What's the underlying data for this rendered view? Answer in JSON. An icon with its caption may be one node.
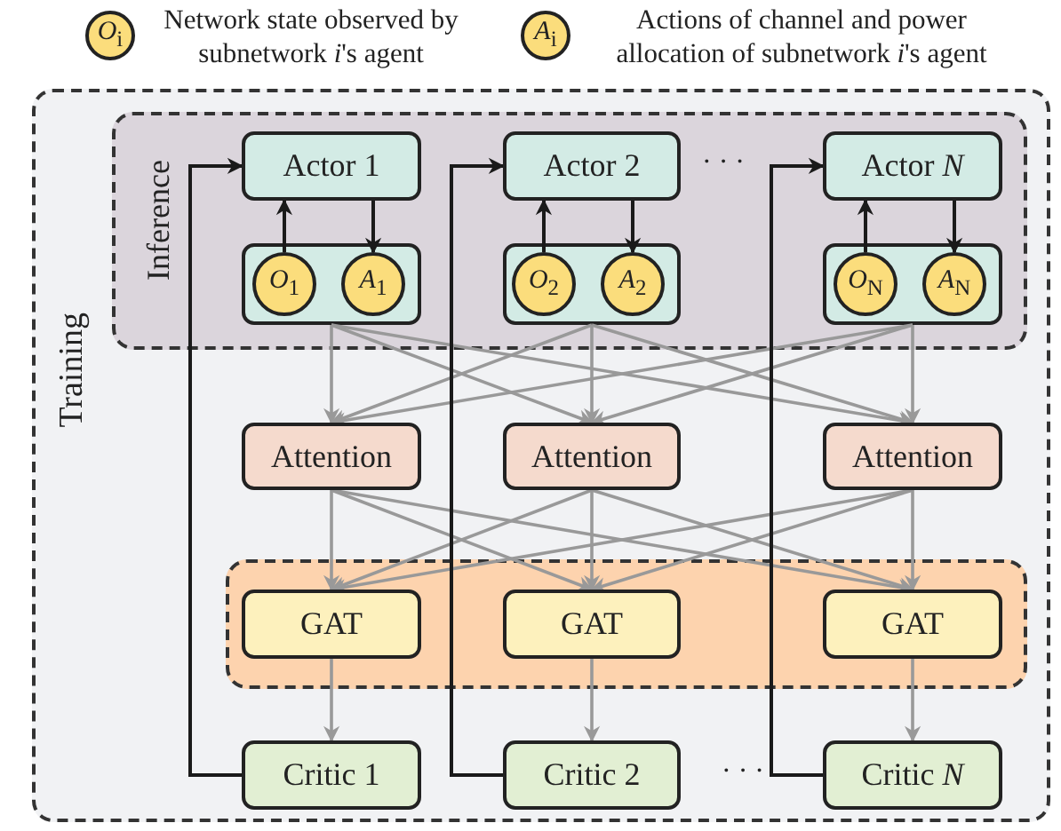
{
  "diagram": {
    "nodes": [
      {
        "text": [
          "*O*$_{i}$"
        ],
        "beside": [
          "Network state observed by subnetwork *i*'s agent"
        ]
      },
      {
        "text": [
          "*A*$_{i}$"
        ],
        "beside": [
          "Actions of channel and power allocation of subnetwork *i*'s agent"
        ]
      },
      {
        "text": [
          "Training"
        ]
      },
      {
        "text": [
          "Inference"
        ],
        "in": 2
      },
      {
        "text": [
          "Actor 1"
        ],
        "in": 3
      },
      {
        "text": [
          "Actor 2"
        ],
        "in": 3
      },
      {
        "text": [
          "Actor *N*"
        ],
        "in": 3
      },
      {
        "text": [],
        "shape": "box",
        "in": 3
      },
      {
        "text": [
          "*O*$_{1}$"
        ],
        "in": 7
      },
      {
        "text": [
          "*A*$_{1}$"
        ],
        "in": 7
      },
      {
        "text": [],
        "shape": "box",
        "in": 3
      },
      {
        "text": [
          "*O*$_{2}$"
        ],
        "in": 10
      },
      {
        "text": [
          "*A*$_{2}$"
        ],
        "in": 10
      },
      {
        "text": [],
        "shape": "box",
        "in": 3
      },
      {
        "text": [
          "*O*$_{N}$"
        ],
        "in": 13
      },
      {
        "text": [
          "*A*$_{N}$"
        ],
        "in": 13
      },
      {
        "text": [
          "Attention"
        ],
        "in": 2
      },
      {
        "text": [
          "Attention"
        ],
        "in": 2
      },
      {
        "text": [
          "Attention"
        ],
        "in": 2
      },
      {
        "text": [],
        "shape": "box",
        "in": 2
      },
      {
        "text": [
          "GAT"
        ],
        "in": 19
      },
      {
        "text": [
          "GAT"
        ],
        "in": 19
      },
      {
        "text": [
          "GAT"
        ],
        "in": 19
      },
      {
        "text": [
          "Critic 1"
        ],
        "in": 2
      },
      {
        "text": [
          "Critic 2"
        ],
        "in": 2
      },
      {
        "text": [
          "Critic *N*"
        ],
        "in": 2
      }
    ],
    "edges": [
      {
        "from": 8,
        "to": 4,
        "arrow": "to",
        "color": "#1a1a1a"
      },
      {
        "from": 11,
        "to": 5,
        "arrow": "to",
        "color": "#1a1a1a"
      },
      {
        "from": 14,
        "to": 6,
        "arrow": "to",
        "color": "#1a1a1a"
      },
      {
        "from": 4,
        "to": 9,
        "arrow": "to",
        "color": "#1a1a1a"
      },
      {
        "from": 5,
        "to": 12,
        "arrow": "to",
        "color": "#1a1a1a"
      },
      {
        "from": 6,
        "to": 15,
        "arrow": "to",
        "color": "#1a1a1a"
      },
      {
        "from": 7,
        "to": 16,
        "arrow": "to"
      },
      {
        "from": 7,
        "to": 17,
        "arrow": "to"
      },
      {
        "from": 7,
        "to": 18,
        "arrow": "to"
      },
      {
        "from": 10,
        "to": 16,
        "arrow": "to"
      },
      {
        "from": 10,
        "to": 17,
        "arrow": "to"
      },
      {
        "from": 10,
        "to": 18,
        "arrow": "to"
      },
      {
        "from": 13,
        "to": 16,
        "arrow": "to"
      },
      {
        "from": 13,
        "to": 17,
        "arrow": "to"
      },
      {
        "from": 13,
        "to": 18,
        "arrow": "to"
      },
      {
        "from": 16,
        "to": 20,
        "arrow": "to"
      },
      {
        "from": 16,
        "to": 21,
        "arrow": "to"
      },
      {
        "from": 16,
        "to": 22,
        "arrow": "to"
      },
      {
        "from": 17,
        "to": 20,
        "arrow": "to"
      },
      {
        "from": 17,
        "to": 21,
        "arrow": "to"
      },
      {
        "from": 17,
        "to": 22,
        "arrow": "to"
      },
      {
        "from": 18,
        "to": 20,
        "arrow": "to"
      },
      {
        "from": 18,
        "to": 21,
        "arrow": "to"
      },
      {
        "from": 18,
        "to": 22,
        "arrow": "to"
      },
      {
        "from": 20,
        "to": 23,
        "arrow": "to"
      },
      {
        "from": 21,
        "to": 24,
        "arrow": "to"
      },
      {
        "from": 22,
        "to": 25,
        "arrow": "to"
      },
      {
        "from": 23,
        "to": 4,
        "arrow": "to",
        "color": "#1a1a1a"
      },
      {
        "from": 24,
        "to": 5,
        "arrow": "to",
        "color": "#1a1a1a"
      },
      {
        "from": 25,
        "to": 6,
        "arrow": "to",
        "color": "#1a1a1a"
      }
    ],
    "labels": [
      "· · ·",
      "· · ·"
    ]
  }
}
